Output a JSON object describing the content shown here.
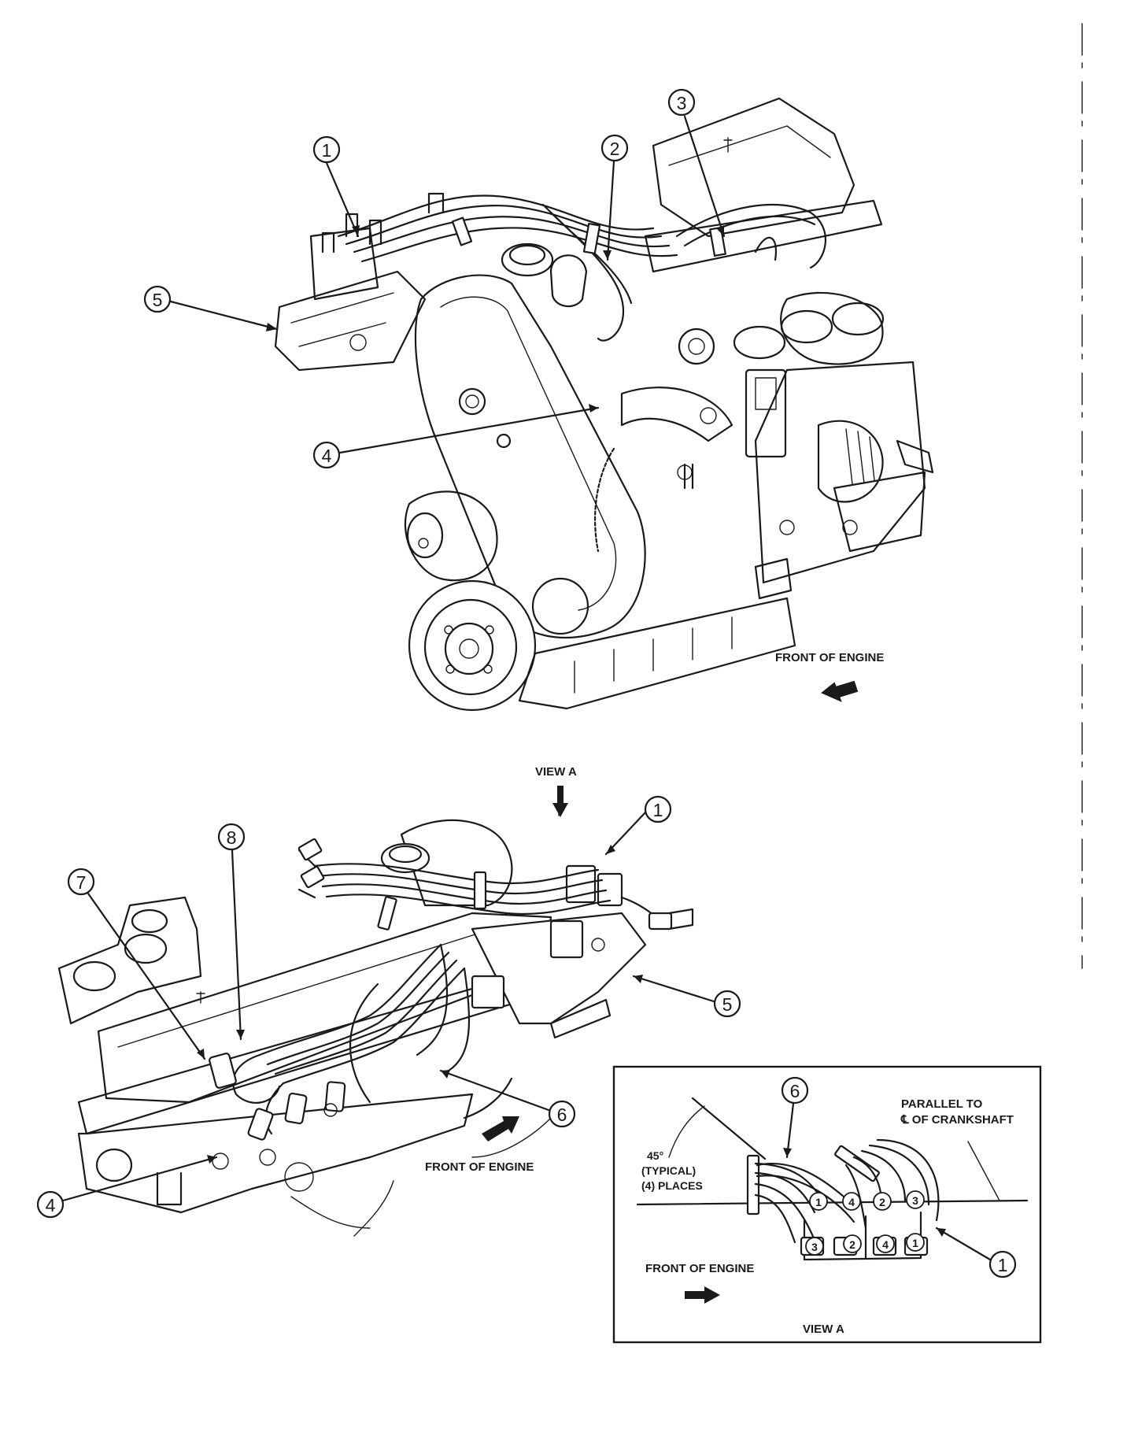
{
  "upper_view": {
    "front_label": "FRONT OF ENGINE",
    "callouts": [
      "1",
      "2",
      "3",
      "4",
      "5"
    ]
  },
  "lower_view": {
    "view_marker": "VIEW A",
    "front_label": "FRONT OF ENGINE",
    "callouts": [
      "1",
      "8",
      "7",
      "5",
      "6",
      "4"
    ]
  },
  "view_a_inset": {
    "title": "VIEW A",
    "parallel_label_line1": "PARALLEL TO",
    "parallel_label_line2": "℄ OF CRANKSHAFT",
    "angle_label_line1": "45°",
    "angle_label_line2": "(TYPICAL)",
    "angle_label_line3": "(4) PLACES",
    "front_label": "FRONT OF ENGINE",
    "callouts": [
      "6",
      "1"
    ],
    "wire_numbers": [
      "1",
      "4",
      "2",
      "3",
      "3",
      "2",
      "4",
      "1"
    ]
  },
  "colors": {
    "ink": "#1a1a1a",
    "paper": "#ffffff"
  }
}
